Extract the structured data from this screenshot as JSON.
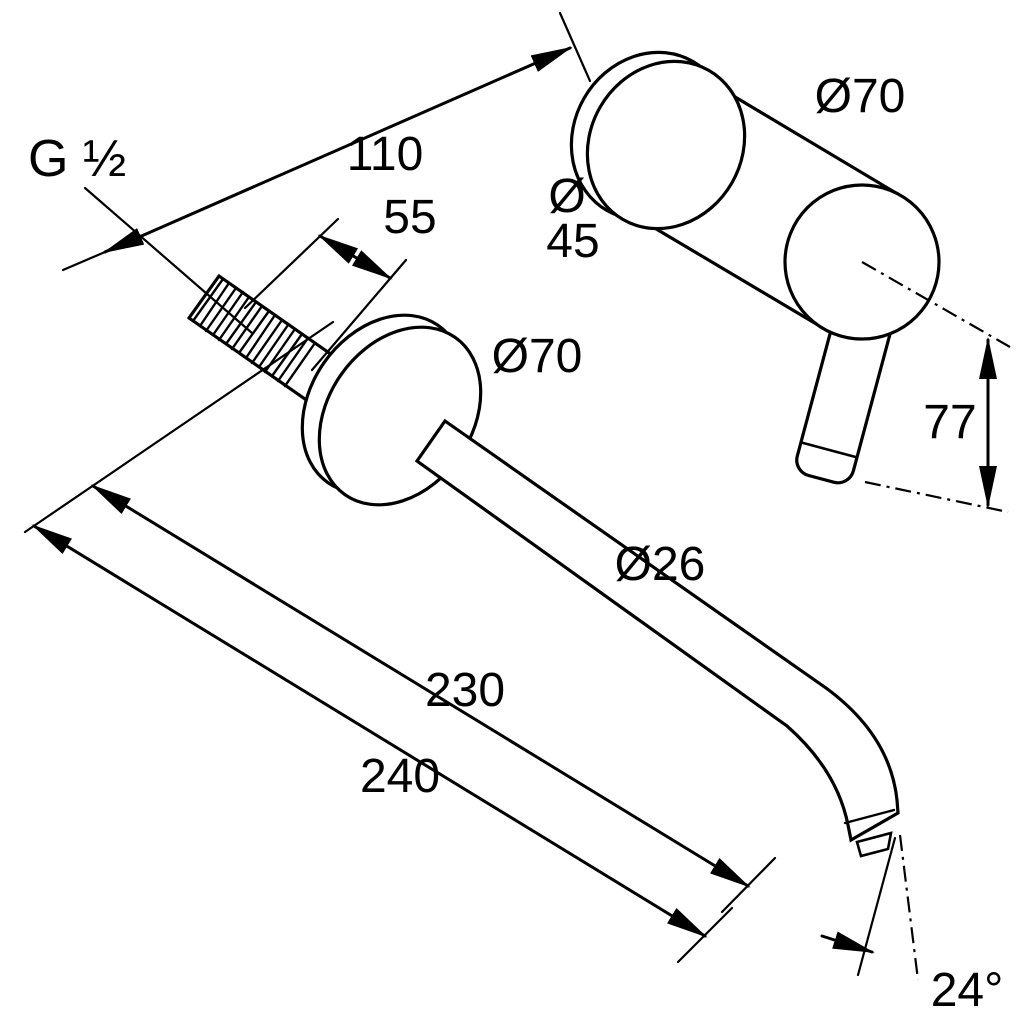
{
  "drawing": {
    "background": "#ffffff",
    "line_color": "#000000",
    "labels": {
      "thread_size": "G ½",
      "dim_110": "110",
      "dim_55": "55",
      "dia_escutcheon_right": "Ø70",
      "dia_body_symbol": "Ø",
      "dia_body_value": "45",
      "dia_escutcheon_spout": "Ø70",
      "dim_77": "77",
      "dia_spout": "Ø26",
      "dim_230": "230",
      "dim_240": "240",
      "angle_spray": "24°"
    }
  }
}
